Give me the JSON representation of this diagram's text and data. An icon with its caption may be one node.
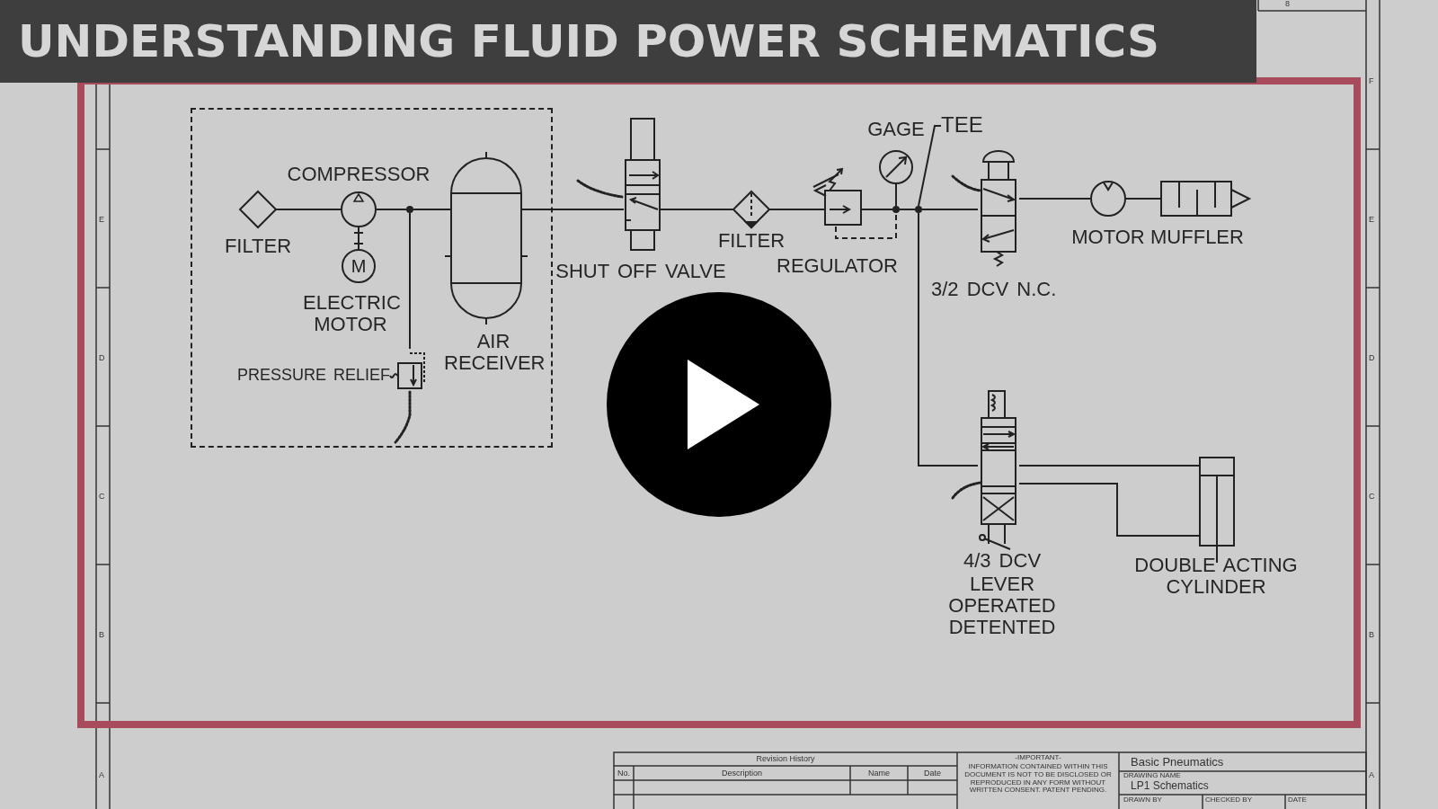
{
  "diagram": {
    "title": "UNDERSTANDING FLUID POWER SCHEMATICS",
    "nodes": [
      {
        "text": [],
        "shape": "box"
      },
      {
        "text": [
          "FILTER"
        ],
        "in": 0
      },
      {
        "text": [
          "COMPRESSOR"
        ],
        "in": 0
      },
      {
        "text": [
          "M",
          "ELECTRIC MOTOR"
        ],
        "in": 0
      },
      {
        "text": [],
        "shape": "circle",
        "in": 0
      },
      {
        "text": [
          "AIR RECEIVER"
        ],
        "in": 0
      },
      {
        "text": [
          "PRESSURE RELIEF"
        ],
        "in": 0
      },
      {
        "text": [
          "SHUT OFF VALVE"
        ]
      },
      {
        "text": [
          "FILTER"
        ]
      },
      {
        "text": [
          "REGULATOR"
        ]
      },
      {
        "text": [
          "GAGE"
        ]
      },
      {
        "text": [],
        "shape": "circle"
      },
      {
        "text": [
          "TEE"
        ]
      },
      {
        "text": [],
        "shape": "circle"
      },
      {
        "text": [
          "3/2 DCV N.C."
        ]
      },
      {
        "text": [
          "MOTOR"
        ]
      },
      {
        "text": [
          "MUFFLER"
        ]
      },
      {
        "text": [
          "4/3 DCV",
          "LEVER OPERATED DETENTED"
        ]
      },
      {
        "text": [
          "DOUBLE ACTING CYLINDER"
        ]
      }
    ],
    "edges": [
      {
        "from": 1,
        "to": 2,
        "arrow": "none"
      },
      {
        "from": 2,
        "to": 3,
        "arrow": "none"
      },
      {
        "from": 2,
        "to": 4,
        "arrow": "none"
      },
      {
        "from": 4,
        "to": 5,
        "arrow": "none"
      },
      {
        "from": 4,
        "to": 6,
        "arrow": "none"
      },
      {
        "from": 5,
        "to": 7,
        "arrow": "none"
      },
      {
        "from": 7,
        "to": 8,
        "arrow": "none"
      },
      {
        "from": 8,
        "to": 9,
        "arrow": "none"
      },
      {
        "from": 9,
        "to": 11,
        "arrow": "none"
      },
      {
        "from": 9,
        "to": 11,
        "arrow": "none",
        "style": "dashed"
      },
      {
        "from": 10,
        "to": 11,
        "arrow": "none"
      },
      {
        "from": 11,
        "to": 13,
        "arrow": "none"
      },
      {
        "from": 12,
        "to": 13,
        "arrow": "none"
      },
      {
        "from": 13,
        "to": 14,
        "arrow": "none"
      },
      {
        "from": 14,
        "to": 15,
        "arrow": "none"
      },
      {
        "from": 15,
        "to": 16,
        "arrow": "none"
      },
      {
        "from": 13,
        "to": 17,
        "arrow": "none"
      },
      {
        "from": 17,
        "to": 18,
        "arrow": "none"
      },
      {
        "from": 17,
        "to": 18,
        "arrow": "none"
      }
    ],
    "labels": [
      "8",
      "F",
      "E",
      "E",
      "D",
      "D",
      "C",
      "C",
      "B",
      "B",
      "Revision History",
      "No.",
      "Description",
      "Name",
      "Date",
      "-IMPORTANT-",
      "INFORMATION CONTAINED WITHIN THIS DOCUMENT IS NOT TO BE DISCLOSED OR REPRODUCED IN ANY FORM WITHOUT WRITTEN CONSENT. PATENT PENDING.",
      "Basic Pneumatics",
      "DRAWING NAME",
      "LP1 Schematics",
      "A",
      "A",
      "DRAWN BY",
      "CHECKED BY",
      "DATE"
    ]
  }
}
